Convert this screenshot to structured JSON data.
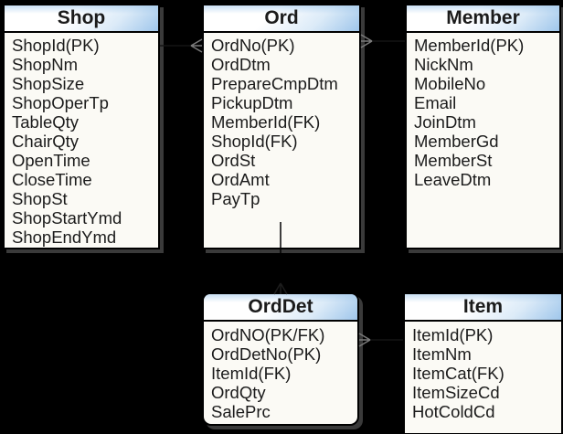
{
  "entities": [
    {
      "id": "shop",
      "title": "Shop",
      "dependent": false,
      "attributes": [
        "ShopId(PK)",
        "ShopNm",
        "ShopSize",
        "ShopOperTp",
        "TableQty",
        "ChairQty",
        "OpenTime",
        "CloseTime",
        "ShopSt",
        "ShopStartYmd",
        "ShopEndYmd"
      ]
    },
    {
      "id": "ord",
      "title": "Ord",
      "dependent": false,
      "attributes": [
        "OrdNo(PK)",
        "OrdDtm",
        "PrepareCmpDtm",
        "PickupDtm",
        "MemberId(FK)",
        "ShopId(FK)",
        "OrdSt",
        "OrdAmt",
        "PayTp"
      ]
    },
    {
      "id": "member",
      "title": "Member",
      "dependent": false,
      "attributes": [
        "MemberId(PK)",
        "NickNm",
        "MobileNo",
        "Email",
        "JoinDtm",
        "MemberGd",
        "MemberSt",
        "LeaveDtm"
      ]
    },
    {
      "id": "orddet",
      "title": "OrdDet",
      "dependent": true,
      "attributes": [
        "OrdNO(PK/FK)",
        "OrdDetNo(PK)",
        "ItemId(FK)",
        "OrdQty",
        "SalePrc"
      ]
    },
    {
      "id": "item",
      "title": "Item",
      "dependent": false,
      "attributes": [
        "ItemId(PK)",
        "ItemNm",
        "ItemCat(FK)",
        "ItemSizeCd",
        "HotColdCd"
      ]
    }
  ],
  "relationships": [
    {
      "one_end": "Shop",
      "many_end": "Ord",
      "notation": "crow-foot"
    },
    {
      "one_end": "Member",
      "many_end": "Ord",
      "notation": "crow-foot"
    },
    {
      "one_end": "Ord",
      "many_end": "OrdDet",
      "notation": "crow-foot"
    },
    {
      "one_end": "Item",
      "many_end": "OrdDet",
      "notation": "crow-foot"
    }
  ],
  "colors": {
    "background": "#000000",
    "entity_fill": "#fbfaf5",
    "entity_border": "#000000",
    "entity_shadow": "#3a3a3a",
    "header_gradient_top": "#d9e9f8",
    "header_gradient_bottom_right": "#9fc6eb",
    "text": "#1b1b1b",
    "crow_foot": "#7a7a7a"
  }
}
